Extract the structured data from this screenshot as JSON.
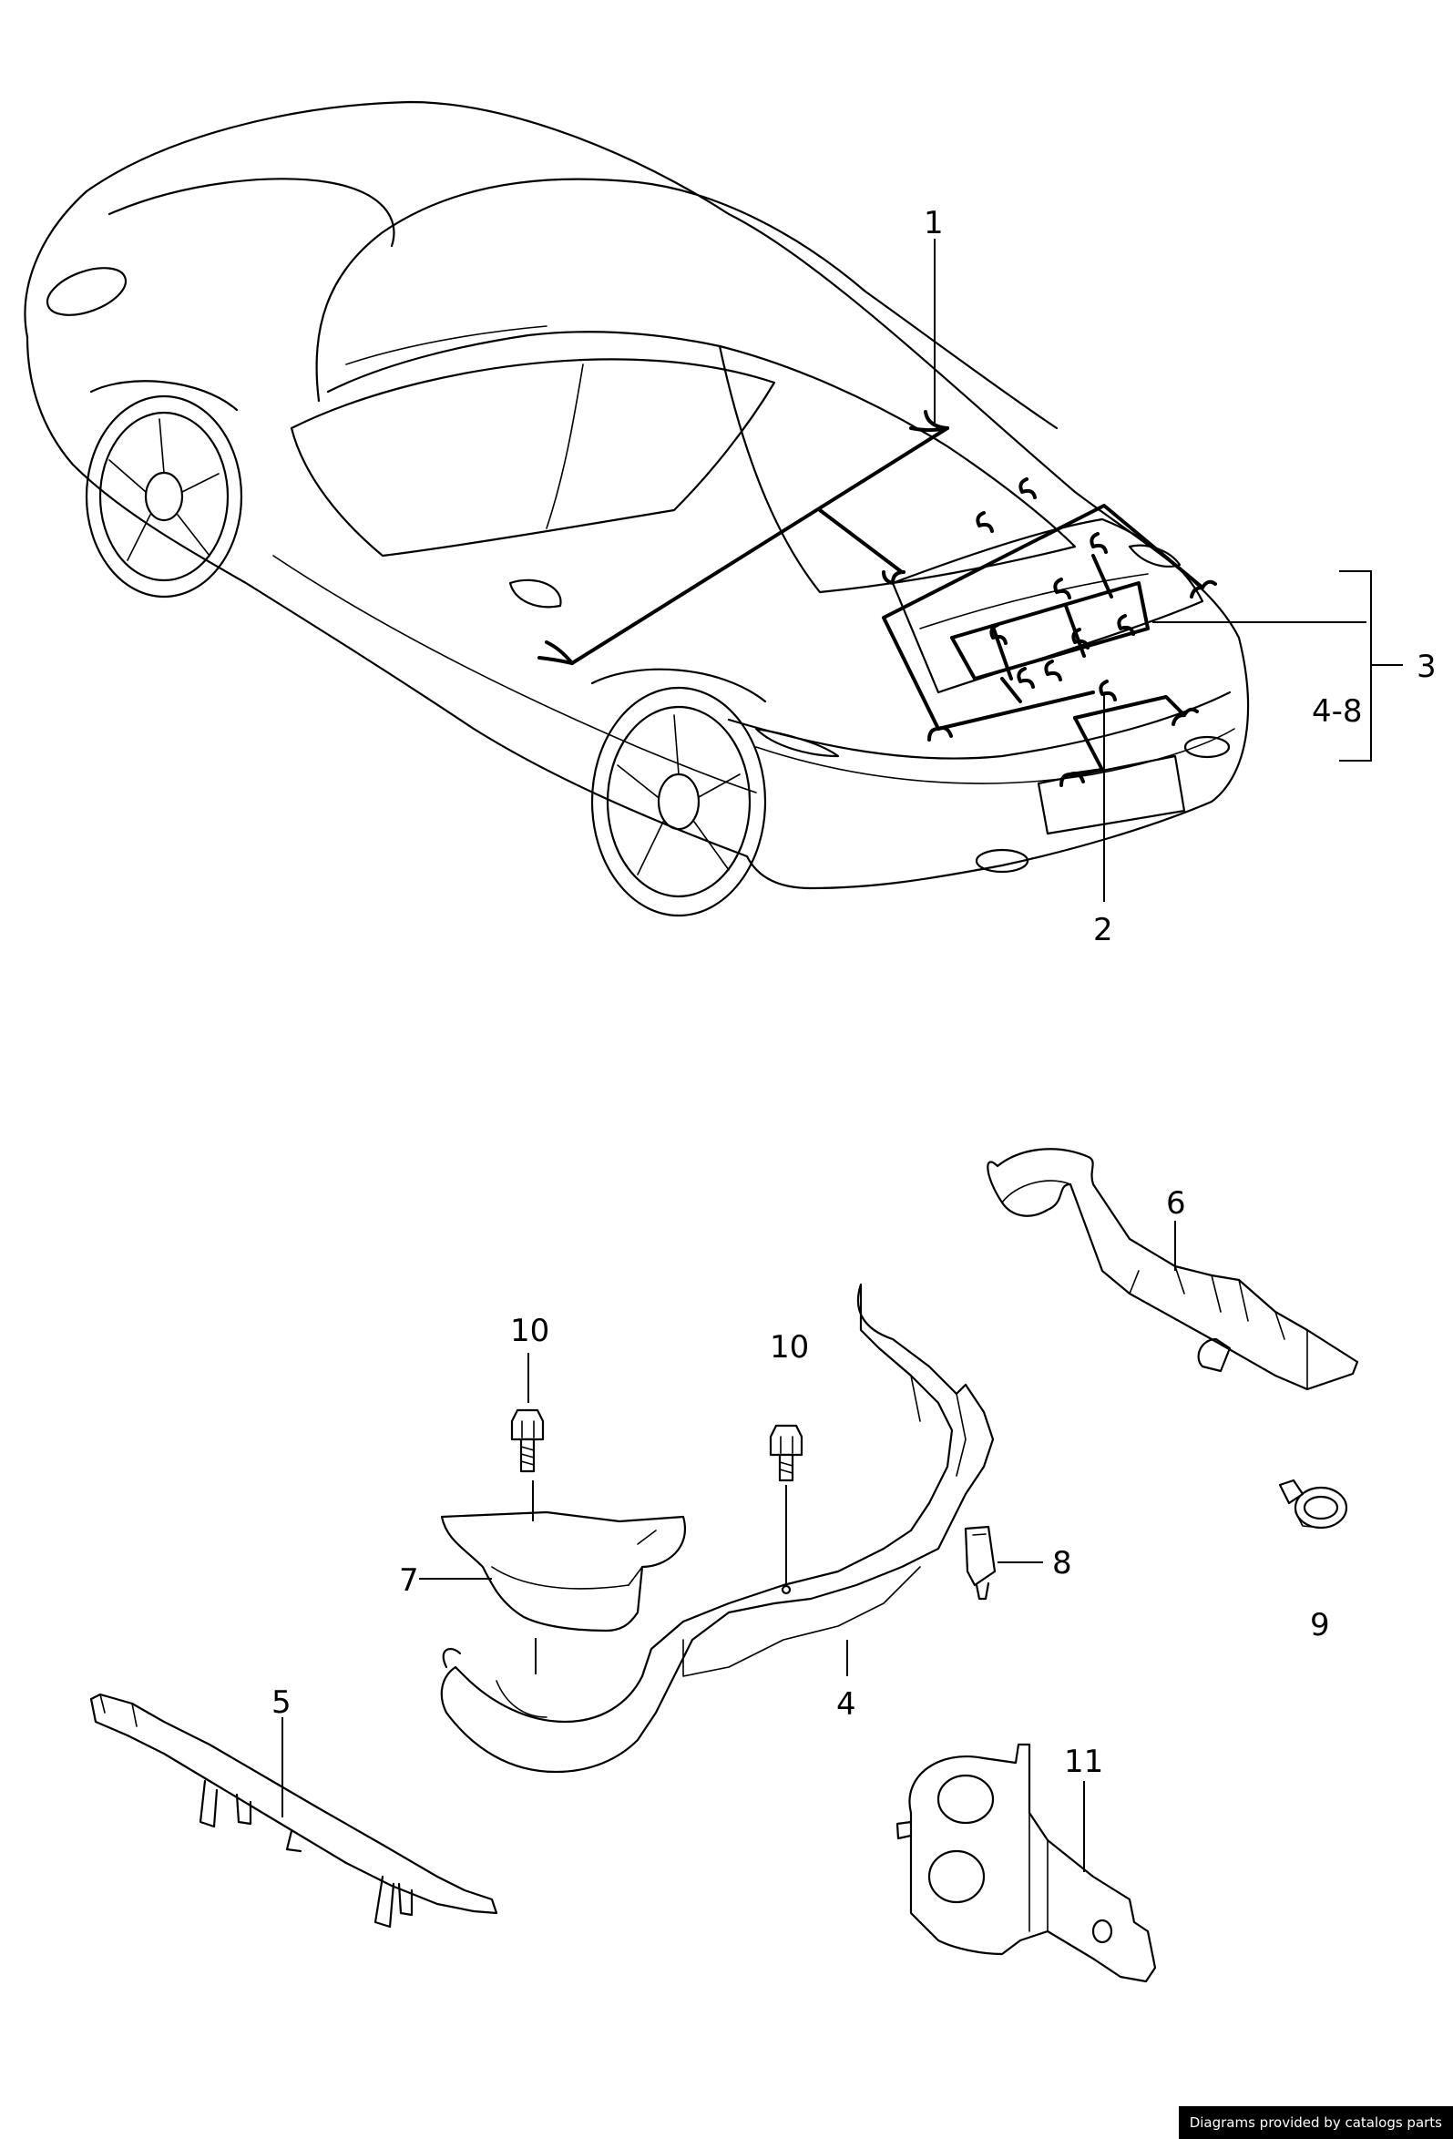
{
  "callouts": {
    "c1": "1",
    "c2": "2",
    "c3": "3",
    "c4_8": "4-8",
    "c4": "4",
    "c5": "5",
    "c6": "6",
    "c7": "7",
    "c8": "8",
    "c9": "9",
    "c10a": "10",
    "c10b": "10",
    "c11": "11"
  },
  "footer": {
    "credit": "Diagrams provided by catalogs parts"
  }
}
